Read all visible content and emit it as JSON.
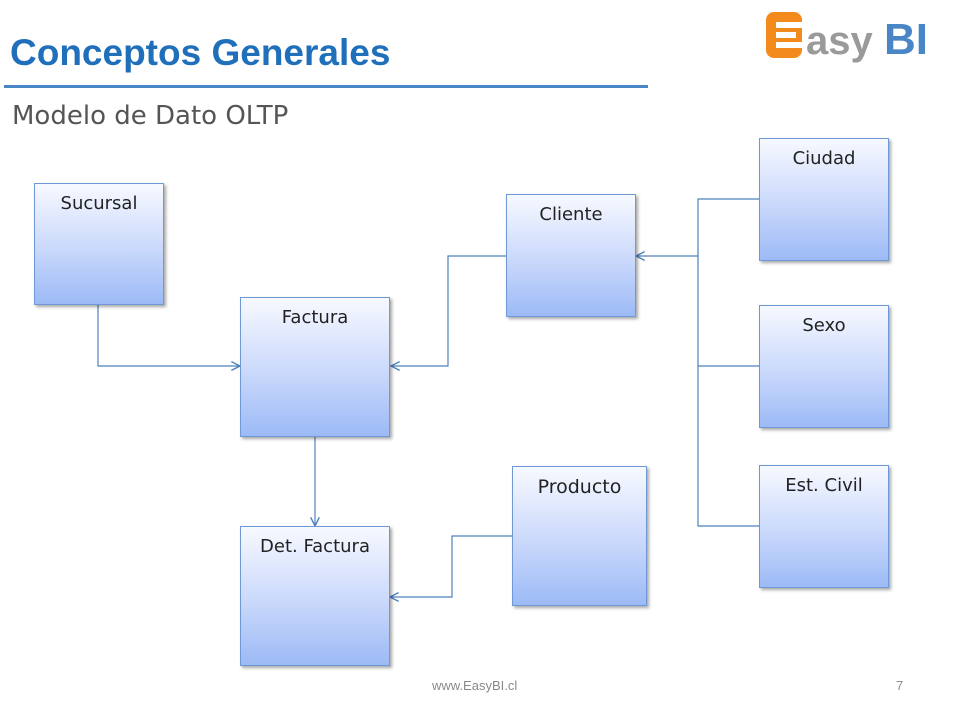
{
  "header": {
    "title": "Conceptos Generales",
    "subtitle": "Modelo de Dato OLTP",
    "logo": {
      "text_left": "Easy",
      "text_right": "BI",
      "accent_color": "#f28a1c",
      "text_color": "#4a86c5"
    }
  },
  "entities": {
    "sucursal": "Sucursal",
    "factura": "Factura",
    "det_factura": "Det. Factura",
    "cliente": "Cliente",
    "producto": "Producto",
    "ciudad": "Ciudad",
    "sexo": "Sexo",
    "est_civil": "Est. Civil"
  },
  "relationships": [
    {
      "from": "Sucursal",
      "to": "Factura"
    },
    {
      "from": "Cliente",
      "to": "Factura"
    },
    {
      "from": "Factura",
      "to": "Det. Factura"
    },
    {
      "from": "Producto",
      "to": "Det. Factura"
    },
    {
      "from": "Ciudad",
      "to": "Cliente"
    },
    {
      "from": "Sexo",
      "to": "Cliente"
    },
    {
      "from": "Est. Civil",
      "to": "Cliente"
    }
  ],
  "colors": {
    "title": "#1f6fba",
    "rule": "#4a86c5",
    "line": "#4f81bd",
    "box_border": "#6e98d6"
  },
  "footer": {
    "url": "www.EasyBI.cl",
    "page": "7"
  }
}
